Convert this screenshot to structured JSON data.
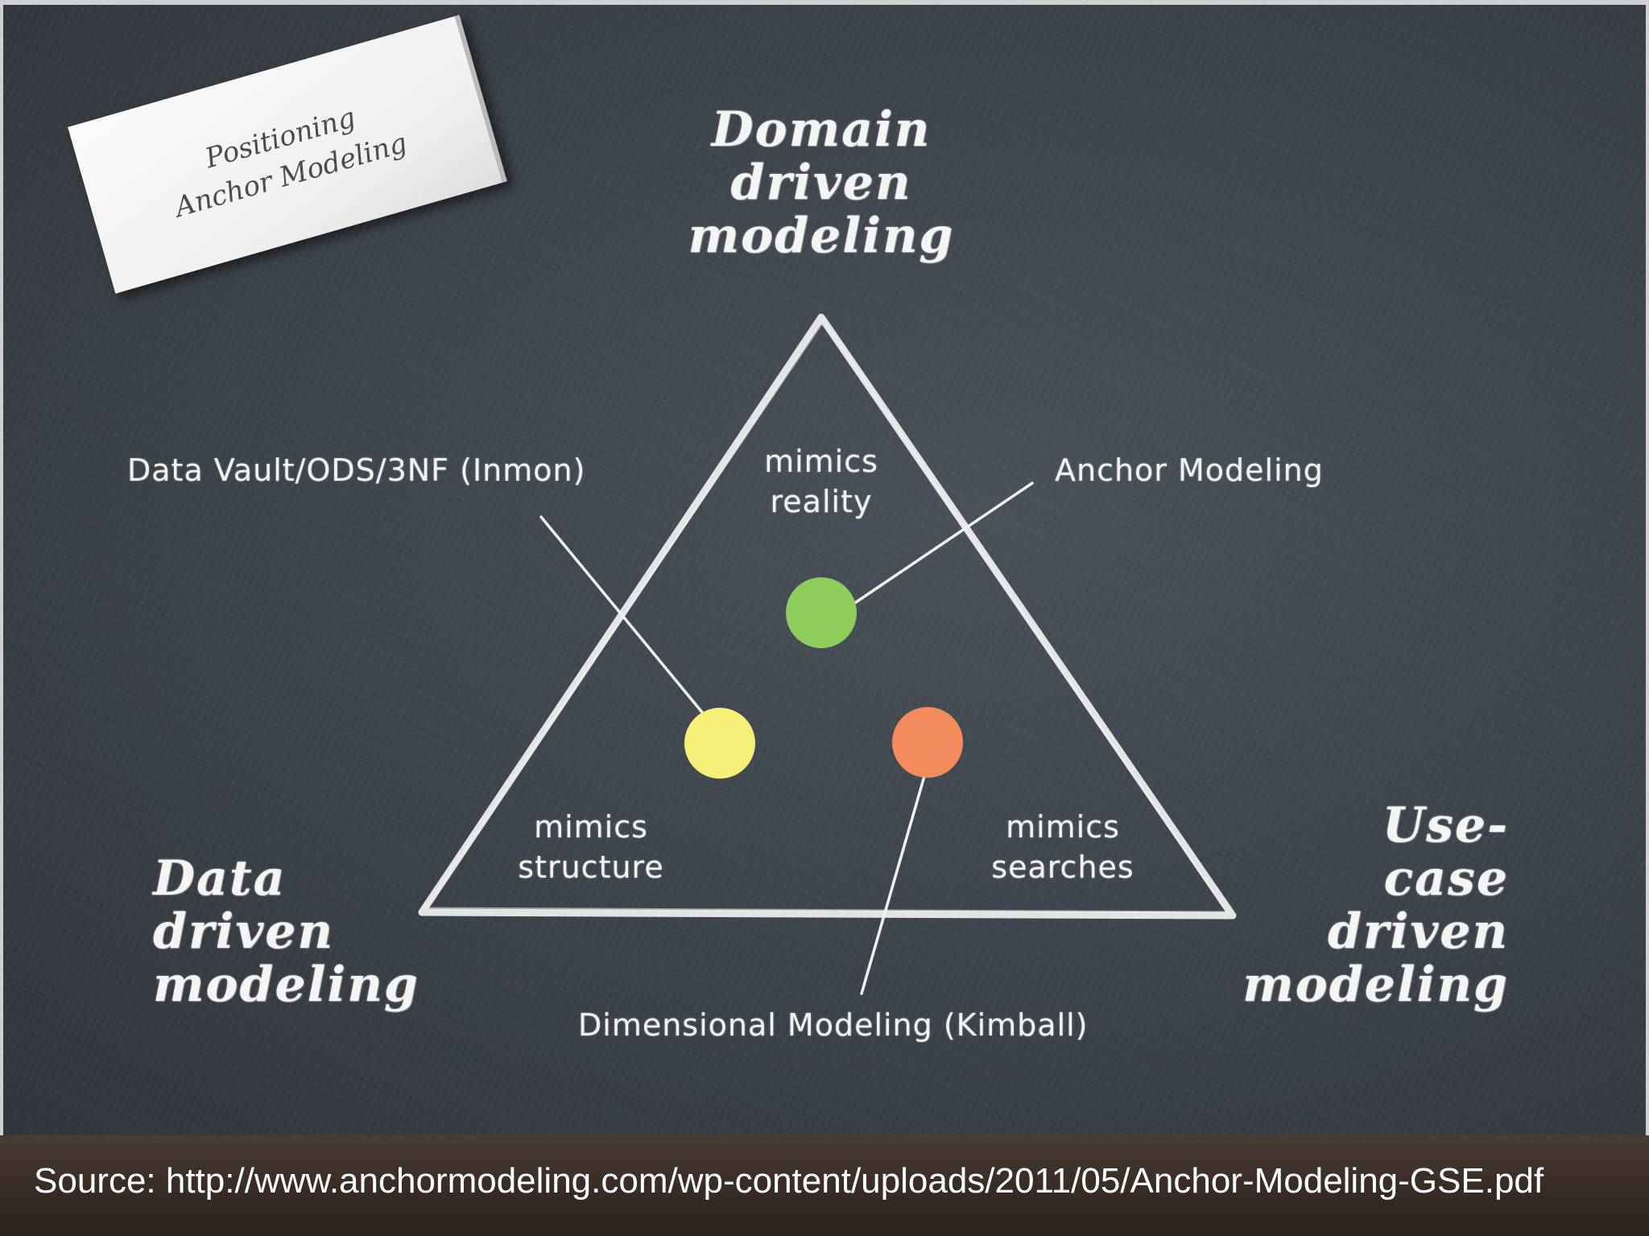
{
  "note": {
    "lines": [
      "Positioning",
      "Anchor Modeling"
    ]
  },
  "vertices": {
    "top": [
      "Domain",
      "driven",
      "modeling"
    ],
    "left": [
      "Data",
      "driven",
      "modeling"
    ],
    "right": [
      "Use-",
      "case",
      "driven",
      "modeling"
    ]
  },
  "inner_labels": {
    "top": [
      "mimics",
      "reality"
    ],
    "left": [
      "mimics",
      "structure"
    ],
    "right": [
      "mimics",
      "searches"
    ]
  },
  "methods": {
    "anchor": {
      "label": "Anchor Modeling",
      "color": "#8ccc5a"
    },
    "data_vault": {
      "label": "Data Vault/ODS/3NF (Inmon)",
      "color": "#f5ef76"
    },
    "dimensional": {
      "label": "Dimensional Modeling (Kimball)",
      "color": "#f58a5c"
    }
  },
  "source": "Source:  http://www.anchormodeling.com/wp-content/uploads/2011/05/Anchor-Modeling-GSE.pdf"
}
